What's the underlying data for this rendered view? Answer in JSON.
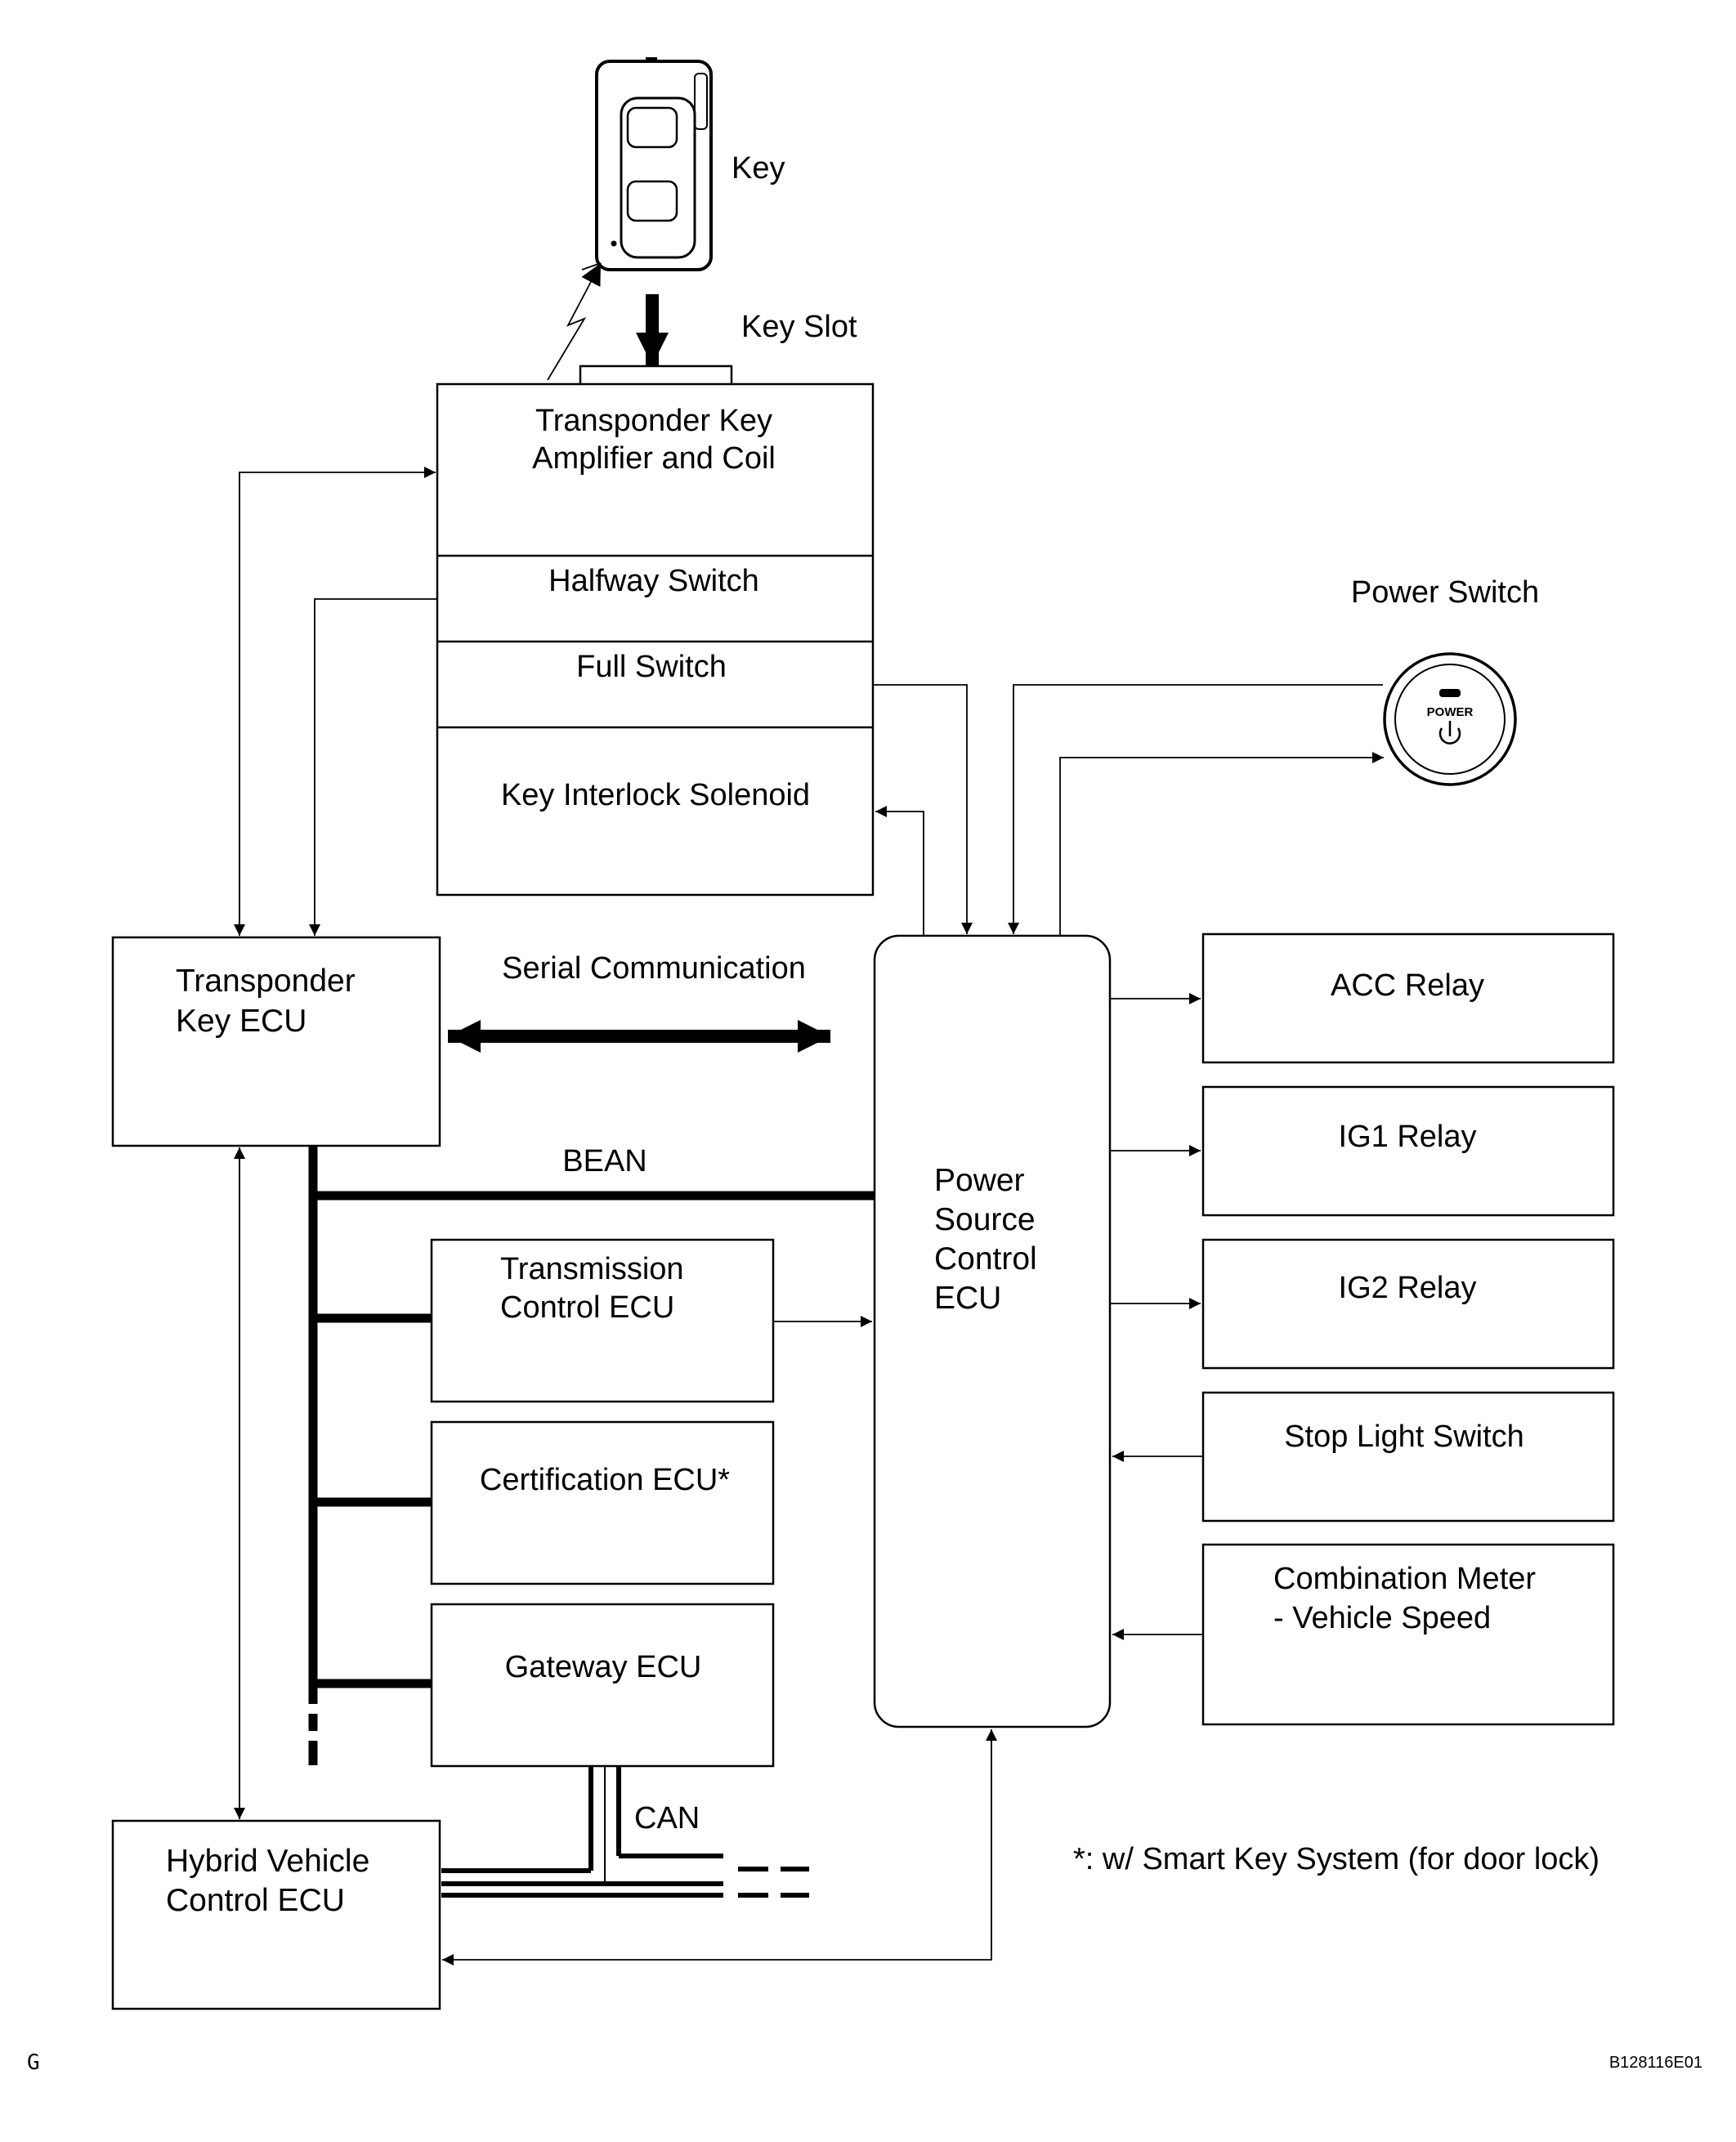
{
  "labels": {
    "key": "Key",
    "key_slot": "Key Slot",
    "power_switch": "Power Switch",
    "power_button_text": "POWER",
    "serial_communication": "Serial Communication",
    "bean": "BEAN",
    "can": "CAN",
    "footnote": "*: w/ Smart Key System (for door lock)",
    "corner_left": "G",
    "figure_code": "B128116E01"
  },
  "transponder_unit": {
    "amplifier_line1": "Transponder Key",
    "amplifier_line2": "Amplifier and Coil",
    "halfway_switch": "Halfway Switch",
    "full_switch": "Full Switch",
    "key_interlock_solenoid": "Key Interlock Solenoid"
  },
  "ecus": {
    "transponder_key_ecu_line1": "Transponder",
    "transponder_key_ecu_line2": "Key ECU",
    "power_source_line1": "Power",
    "power_source_line2": "Source",
    "power_source_line3": "Control",
    "power_source_line4": "ECU",
    "transmission_line1": "Transmission",
    "transmission_line2": "Control ECU",
    "certification": "Certification ECU*",
    "gateway": "Gateway ECU",
    "hybrid_line1": "Hybrid Vehicle",
    "hybrid_line2": "Control ECU"
  },
  "outputs": {
    "acc_relay": "ACC Relay",
    "ig1_relay": "IG1 Relay",
    "ig2_relay": "IG2 Relay",
    "stop_light_switch": "Stop Light Switch",
    "combination_meter_line1": "Combination Meter",
    "combination_meter_line2": "- Vehicle Speed"
  }
}
